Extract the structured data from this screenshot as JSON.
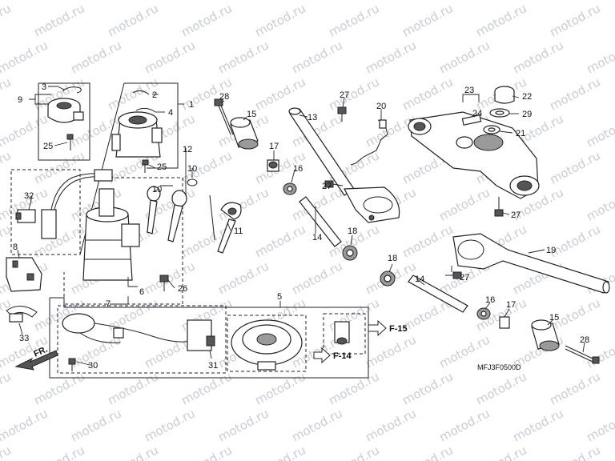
{
  "callouts": {
    "n1": "1",
    "n2": "2",
    "n3": "3",
    "n4": "4",
    "n5": "5",
    "n6": "6",
    "n7": "7",
    "n8": "8",
    "n9": "9",
    "n10": "10",
    "n11": "11",
    "n12": "12",
    "n13": "13",
    "n14a": "14",
    "n14b": "14",
    "n15a": "15",
    "n15b": "15",
    "n16a": "16",
    "n16b": "16",
    "n17a": "17",
    "n17b": "17",
    "n18a": "18",
    "n18b": "18",
    "n19": "19",
    "n20": "20",
    "n21": "21",
    "n22": "22",
    "n23": "23",
    "n24": "24",
    "n25a": "25",
    "n25b": "25",
    "n26": "26",
    "n27a": "27",
    "n27b": "27",
    "n27c": "27",
    "n27d": "27",
    "n28a": "28",
    "n28b": "28",
    "n29": "29",
    "n30": "30",
    "n31": "31",
    "n32": "32",
    "n33": "33"
  },
  "references": {
    "f15": "F-15",
    "f14": "F-14",
    "front": "FR."
  },
  "diagram_code": "MFJ3F0500D",
  "watermark": "motod.ru"
}
